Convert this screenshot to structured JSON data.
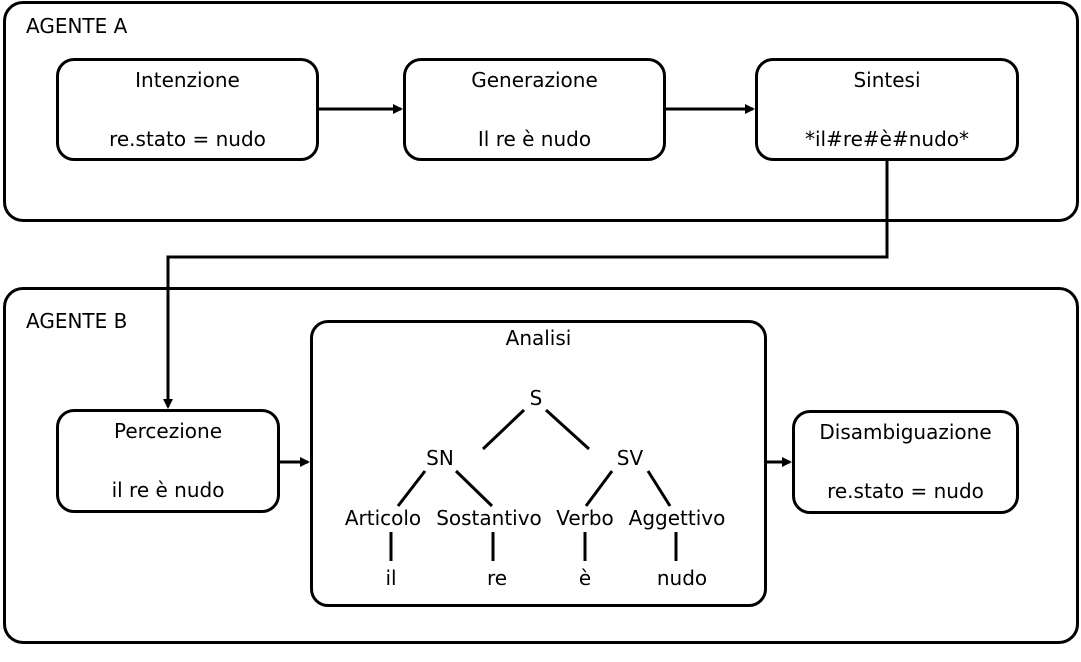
{
  "agent_a": {
    "label": "AGENTE A",
    "nodes": [
      {
        "title": "Intenzione",
        "value": "re.stato = nudo"
      },
      {
        "title": "Generazione",
        "value": "Il re è nudo"
      },
      {
        "title": "Sintesi",
        "value": "*il#re#è#nudo*"
      }
    ]
  },
  "agent_b": {
    "label": "AGENTE B",
    "perception": {
      "title": "Percezione",
      "value": "il re è nudo"
    },
    "analysis": {
      "title": "Analisi",
      "tree": {
        "root": "S",
        "phrases": [
          "SN",
          "SV"
        ],
        "categories": [
          "Articolo",
          "Sostantivo",
          "Verbo",
          "Aggettivo"
        ],
        "words": [
          "il",
          "re",
          "è",
          "nudo"
        ]
      }
    },
    "disambiguation": {
      "title": "Disambiguazione",
      "value": "re.stato = nudo"
    }
  }
}
